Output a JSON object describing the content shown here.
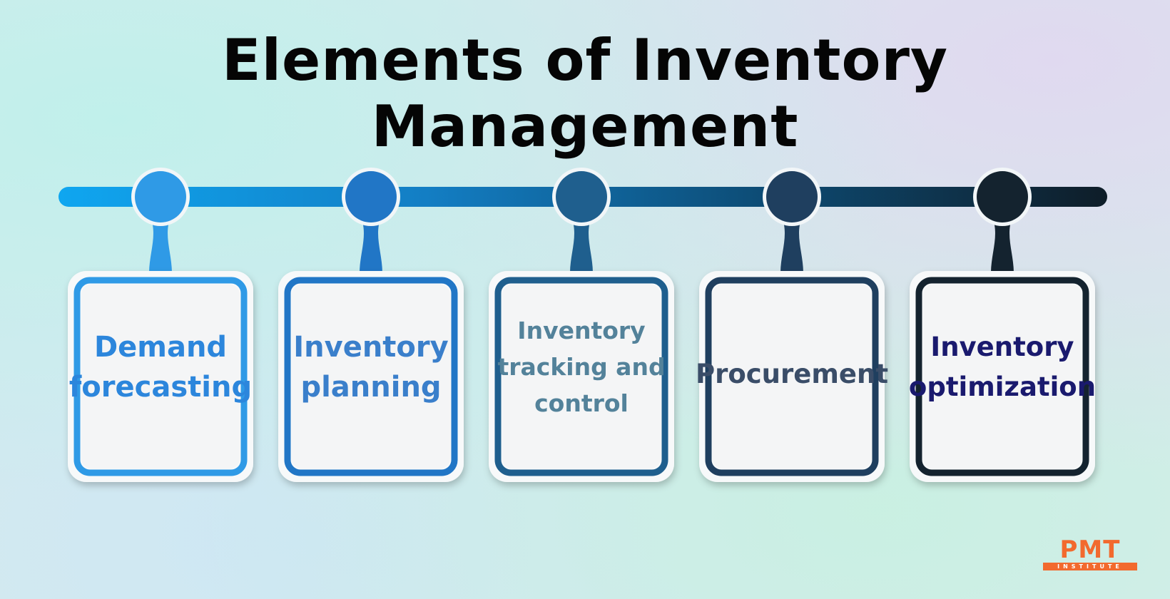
{
  "title": "Elements of Inventory Management",
  "colors": [
    "#2f9ae6",
    "#2176c6",
    "#1f5f8e",
    "#1f3f5f",
    "#14232f"
  ],
  "text_colors": [
    "#2c86dc",
    "#3a7fcb",
    "#53829a",
    "#3a4d68",
    "#1a1a6e"
  ],
  "elements": [
    {
      "label": "Demand forecasting"
    },
    {
      "label": "Inventory planning"
    },
    {
      "label": "Inventory tracking and control"
    },
    {
      "label": "Procurement"
    },
    {
      "label": "Inventory optimization"
    }
  ],
  "logo": {
    "main": "PMT",
    "sub": "INSTITUTE",
    "color": "#f26a2e"
  }
}
